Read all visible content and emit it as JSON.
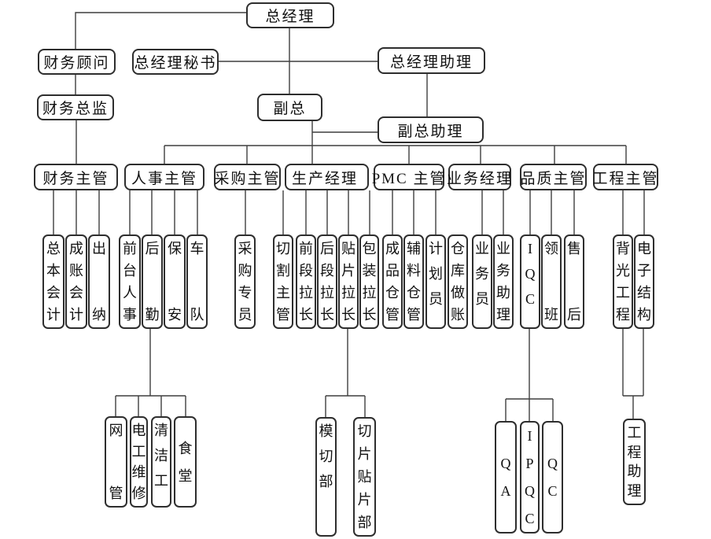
{
  "colors": {
    "background": "#ffffff",
    "box_border": "#2e2e2e",
    "line": "#3f3f3f"
  },
  "boxes": {
    "general_manager": "总经理",
    "finance_advisor": "财务顾问",
    "gm_secretary": "总经理秘书",
    "gm_assistant": "总经理助理",
    "finance_director": "财务总监",
    "deputy_gm": "副总",
    "deputy_gm_assistant": "副总助理",
    "finance_supervisor": "财务主管",
    "hr_supervisor": "人事主管",
    "purchasing_supervisor": "采购主管",
    "production_manager": "生产经理",
    "pmc_supervisor": "PMC 主管",
    "sales_manager": "业务经理",
    "quality_supervisor": "品质主管",
    "engineering_supervisor": "工程主管",
    "general_ledger_accountant": "总本会计",
    "cost_accountant": "成账会计",
    "cashier": "出纳",
    "front_desk_hr": "前台人事",
    "logistics": "后勤",
    "security": "保安",
    "fleet": "车队",
    "purchasing_specialist": "采购专员",
    "cutting_supervisor": "切割主管",
    "front_section_leader": "前段拉长",
    "rear_section_leader": "后段拉长",
    "mounting_line_leader": "贴片拉长",
    "packing_line_leader": "包装拉长",
    "finished_goods_keeper": "成品仓管",
    "materials_keeper": "辅料仓管",
    "planner": "计划员",
    "warehouse_bookkeeper": "仓库做账",
    "salesperson": "业务员",
    "sales_assistant": "业务助理",
    "iqc": "IQC",
    "line_foreman": "领班",
    "after_sales": "售后",
    "backlight_engineering": "背光工程",
    "electronic_structure": "电子结构",
    "network_admin": "网管",
    "electrician": "电工维修",
    "cleaner": "清洁工",
    "canteen": "食堂",
    "die_cutting_dept": "模切部",
    "slicing_mounting_dept": "切片贴片部",
    "qa": "QA",
    "ipqc": "IPQC",
    "qc": "QC",
    "engineering_assistant": "工程助理"
  },
  "edges": [
    [
      "general_manager",
      "finance_advisor"
    ],
    [
      "general_manager",
      "gm_secretary"
    ],
    [
      "general_manager",
      "gm_assistant"
    ],
    [
      "general_manager",
      "deputy_gm"
    ],
    [
      "gm_assistant",
      "deputy_gm_assistant"
    ],
    [
      "finance_advisor",
      "finance_director"
    ],
    [
      "finance_director",
      "finance_supervisor"
    ],
    [
      "deputy_gm",
      "hr_supervisor"
    ],
    [
      "deputy_gm",
      "purchasing_supervisor"
    ],
    [
      "deputy_gm",
      "production_manager"
    ],
    [
      "deputy_gm",
      "pmc_supervisor"
    ],
    [
      "deputy_gm",
      "sales_manager"
    ],
    [
      "deputy_gm",
      "quality_supervisor"
    ],
    [
      "deputy_gm",
      "engineering_supervisor"
    ],
    [
      "finance_supervisor",
      "general_ledger_accountant"
    ],
    [
      "finance_supervisor",
      "cost_accountant"
    ],
    [
      "finance_supervisor",
      "cashier"
    ],
    [
      "hr_supervisor",
      "front_desk_hr"
    ],
    [
      "hr_supervisor",
      "logistics"
    ],
    [
      "hr_supervisor",
      "security"
    ],
    [
      "hr_supervisor",
      "fleet"
    ],
    [
      "purchasing_supervisor",
      "purchasing_specialist"
    ],
    [
      "production_manager",
      "cutting_supervisor"
    ],
    [
      "production_manager",
      "front_section_leader"
    ],
    [
      "production_manager",
      "rear_section_leader"
    ],
    [
      "production_manager",
      "mounting_line_leader"
    ],
    [
      "production_manager",
      "packing_line_leader"
    ],
    [
      "pmc_supervisor",
      "finished_goods_keeper"
    ],
    [
      "pmc_supervisor",
      "materials_keeper"
    ],
    [
      "pmc_supervisor",
      "planner"
    ],
    [
      "sales_manager",
      "salesperson"
    ],
    [
      "sales_manager",
      "sales_assistant"
    ],
    [
      "quality_supervisor",
      "iqc"
    ],
    [
      "quality_supervisor",
      "line_foreman"
    ],
    [
      "quality_supervisor",
      "after_sales"
    ],
    [
      "engineering_supervisor",
      "backlight_engineering"
    ],
    [
      "engineering_supervisor",
      "electronic_structure"
    ],
    [
      "logistics",
      "network_admin"
    ],
    [
      "logistics",
      "electrician"
    ],
    [
      "logistics",
      "cleaner"
    ],
    [
      "logistics",
      "canteen"
    ],
    [
      "mounting_line_leader",
      "die_cutting_dept"
    ],
    [
      "mounting_line_leader",
      "slicing_mounting_dept"
    ],
    [
      "iqc",
      "qa"
    ],
    [
      "iqc",
      "ipqc"
    ],
    [
      "iqc",
      "qc"
    ],
    [
      "backlight_engineering",
      "engineering_assistant"
    ],
    [
      "electronic_structure",
      "engineering_assistant"
    ]
  ]
}
